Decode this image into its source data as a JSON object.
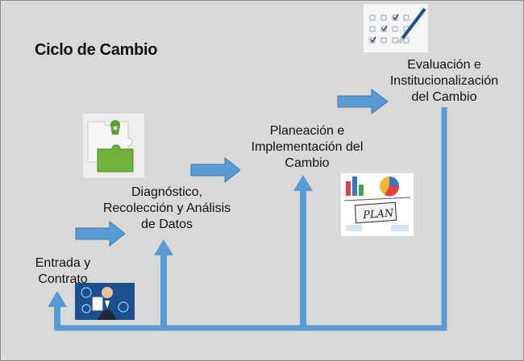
{
  "title": "Ciclo de Cambio",
  "colors": {
    "background": "#d9d9d9",
    "arrow": "#5b9bd5",
    "arrow_stroke": "#3f78b0",
    "text": "#111111"
  },
  "stages": [
    {
      "lines": [
        "Entrada y",
        "Contrato"
      ],
      "icon": "businessman-icon"
    },
    {
      "lines": [
        "Diagnóstico,",
        "Recolección y Análisis",
        "de Datos"
      ],
      "icon": "puzzle-icon"
    },
    {
      "lines": [
        "Planeación e",
        "Implementación del",
        "Cambio"
      ],
      "icon": "plan-chart-icon"
    },
    {
      "lines": [
        "Evaluación e",
        "Institucionalización",
        "del Cambio"
      ],
      "icon": "checklist-icon"
    }
  ]
}
